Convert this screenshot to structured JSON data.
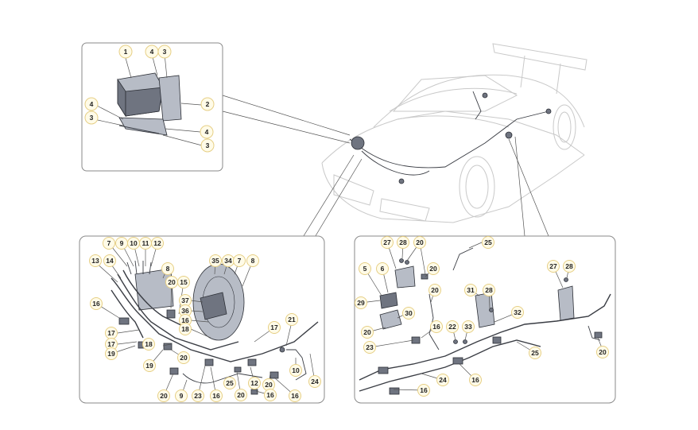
{
  "diagram": {
    "abs_panel": {
      "callouts": [
        "1",
        "4",
        "3",
        "4",
        "3",
        "2",
        "4",
        "3"
      ]
    },
    "left_panel": {
      "callouts": [
        "7",
        "9",
        "10",
        "11",
        "12",
        "13",
        "14",
        "8",
        "20",
        "15",
        "35",
        "34",
        "7",
        "8",
        "16",
        "37",
        "36",
        "16",
        "17",
        "18",
        "17",
        "18",
        "19",
        "17",
        "19",
        "21",
        "20",
        "12",
        "20",
        "10",
        "24",
        "16",
        "20",
        "9",
        "23",
        "16",
        "25",
        "20",
        "16"
      ]
    },
    "right_panel": {
      "callouts": [
        "27",
        "28",
        "20",
        "25",
        "5",
        "6",
        "20",
        "29",
        "30",
        "20",
        "23",
        "16",
        "22",
        "33",
        "24",
        "16",
        "31",
        "28",
        "32",
        "27",
        "28",
        "20",
        "25",
        "20",
        "16"
      ]
    }
  }
}
